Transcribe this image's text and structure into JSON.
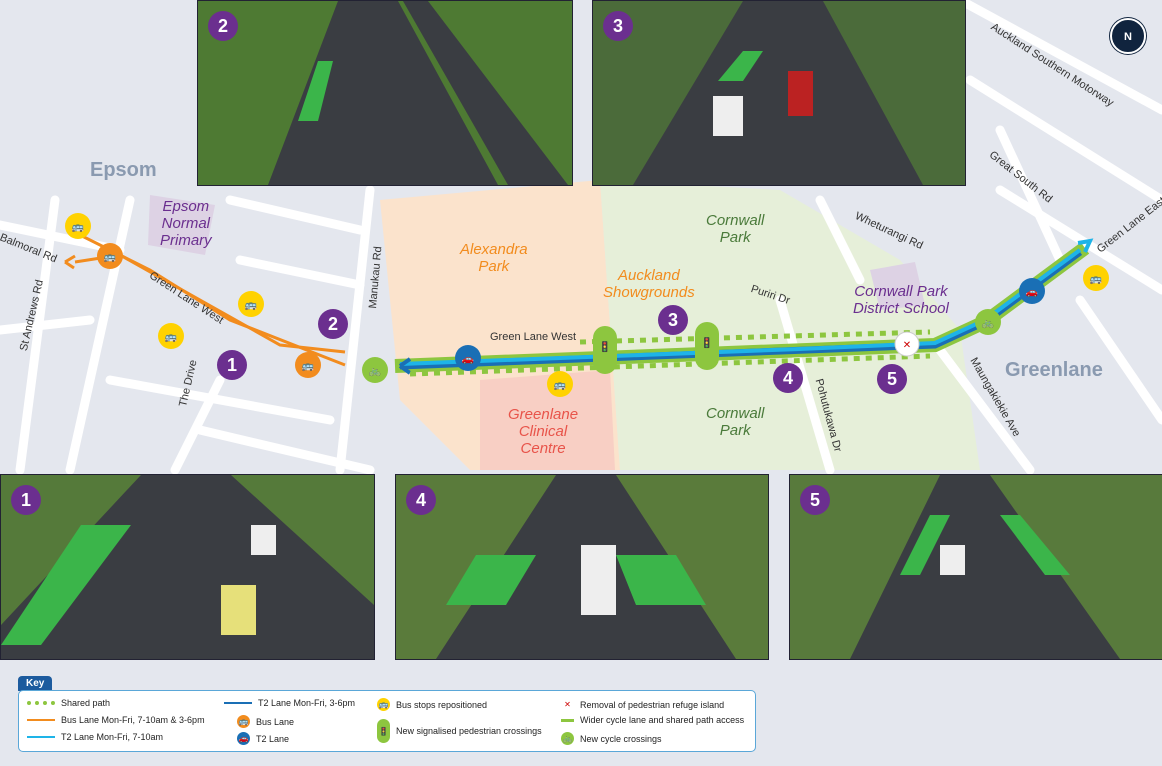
{
  "areas": {
    "epsom": "Epsom",
    "greenlane": "Greenlane"
  },
  "places": {
    "epsom_school": [
      "Epsom",
      "Normal",
      "Primary"
    ],
    "alexandra_park": [
      "Alexandra",
      "Park"
    ],
    "showgrounds": [
      "Auckland",
      "Showgrounds"
    ],
    "cornwall_park_north": [
      "Cornwall",
      "Park"
    ],
    "cornwall_park_south": [
      "Cornwall",
      "Park"
    ],
    "clinical_centre": [
      "Greenlane",
      "Clinical",
      "Centre"
    ],
    "cp_school": [
      "Cornwall Park",
      "District School"
    ]
  },
  "roads": {
    "balmoral": "Balmoral Rd",
    "st_andrews": "St Andrews Rd",
    "the_drive": "The Drive",
    "glw_west": "Green Lane West",
    "glw_east": "Green Lane West",
    "manukau": "Manukau Rd",
    "puriri": "Puriri Dr",
    "pohutukawa": "Pohutukawa Dr",
    "wheturangi": "Wheturangi Rd",
    "maungakiekie": "Maungakiekie Ave",
    "great_south": "Great South Rd",
    "motorway": "Auckland Southern Motorway",
    "gle": "Green Lane East"
  },
  "markers": [
    "1",
    "2",
    "3",
    "4",
    "5"
  ],
  "photos": [
    "1",
    "2",
    "3",
    "4",
    "5"
  ],
  "compass": "N",
  "key": {
    "title": "Key",
    "items": [
      {
        "label": "Shared path",
        "icon": "shared-path-dots"
      },
      {
        "label": "Bus Lane Mon-Fri, 7-10am & 3-6pm",
        "icon": "orange-arrow"
      },
      {
        "label": "T2 Lane Mon-Fri, 7-10am",
        "icon": "light-blue-arrow"
      },
      {
        "label": "T2 Lane Mon-Fri, 3-6pm",
        "icon": "dark-blue-arrow"
      },
      {
        "label": "Bus Lane",
        "icon": "bus-lane-icon"
      },
      {
        "label": "T2 Lane",
        "icon": "t2-lane-icon"
      },
      {
        "label": "Bus stops repositioned",
        "icon": "bus-stop-icon"
      },
      {
        "label": "New signalised pedestrian crossings",
        "icon": "signal-crossing-icon"
      },
      {
        "label": "Removal of pedestrian refuge island",
        "icon": "no-pedestrian-icon"
      },
      {
        "label": "Wider cycle lane and shared path access",
        "icon": "green-line"
      },
      {
        "label": "New cycle crossings",
        "icon": "cycle-icon"
      }
    ]
  },
  "colors": {
    "bus_lane": "#f28c1e",
    "t2_am": "#1eb4e8",
    "t2_pm": "#1a6fb5",
    "cycle": "#8dc63f",
    "marker": "#6b2f8f",
    "bus_stop": "#ffd200"
  }
}
